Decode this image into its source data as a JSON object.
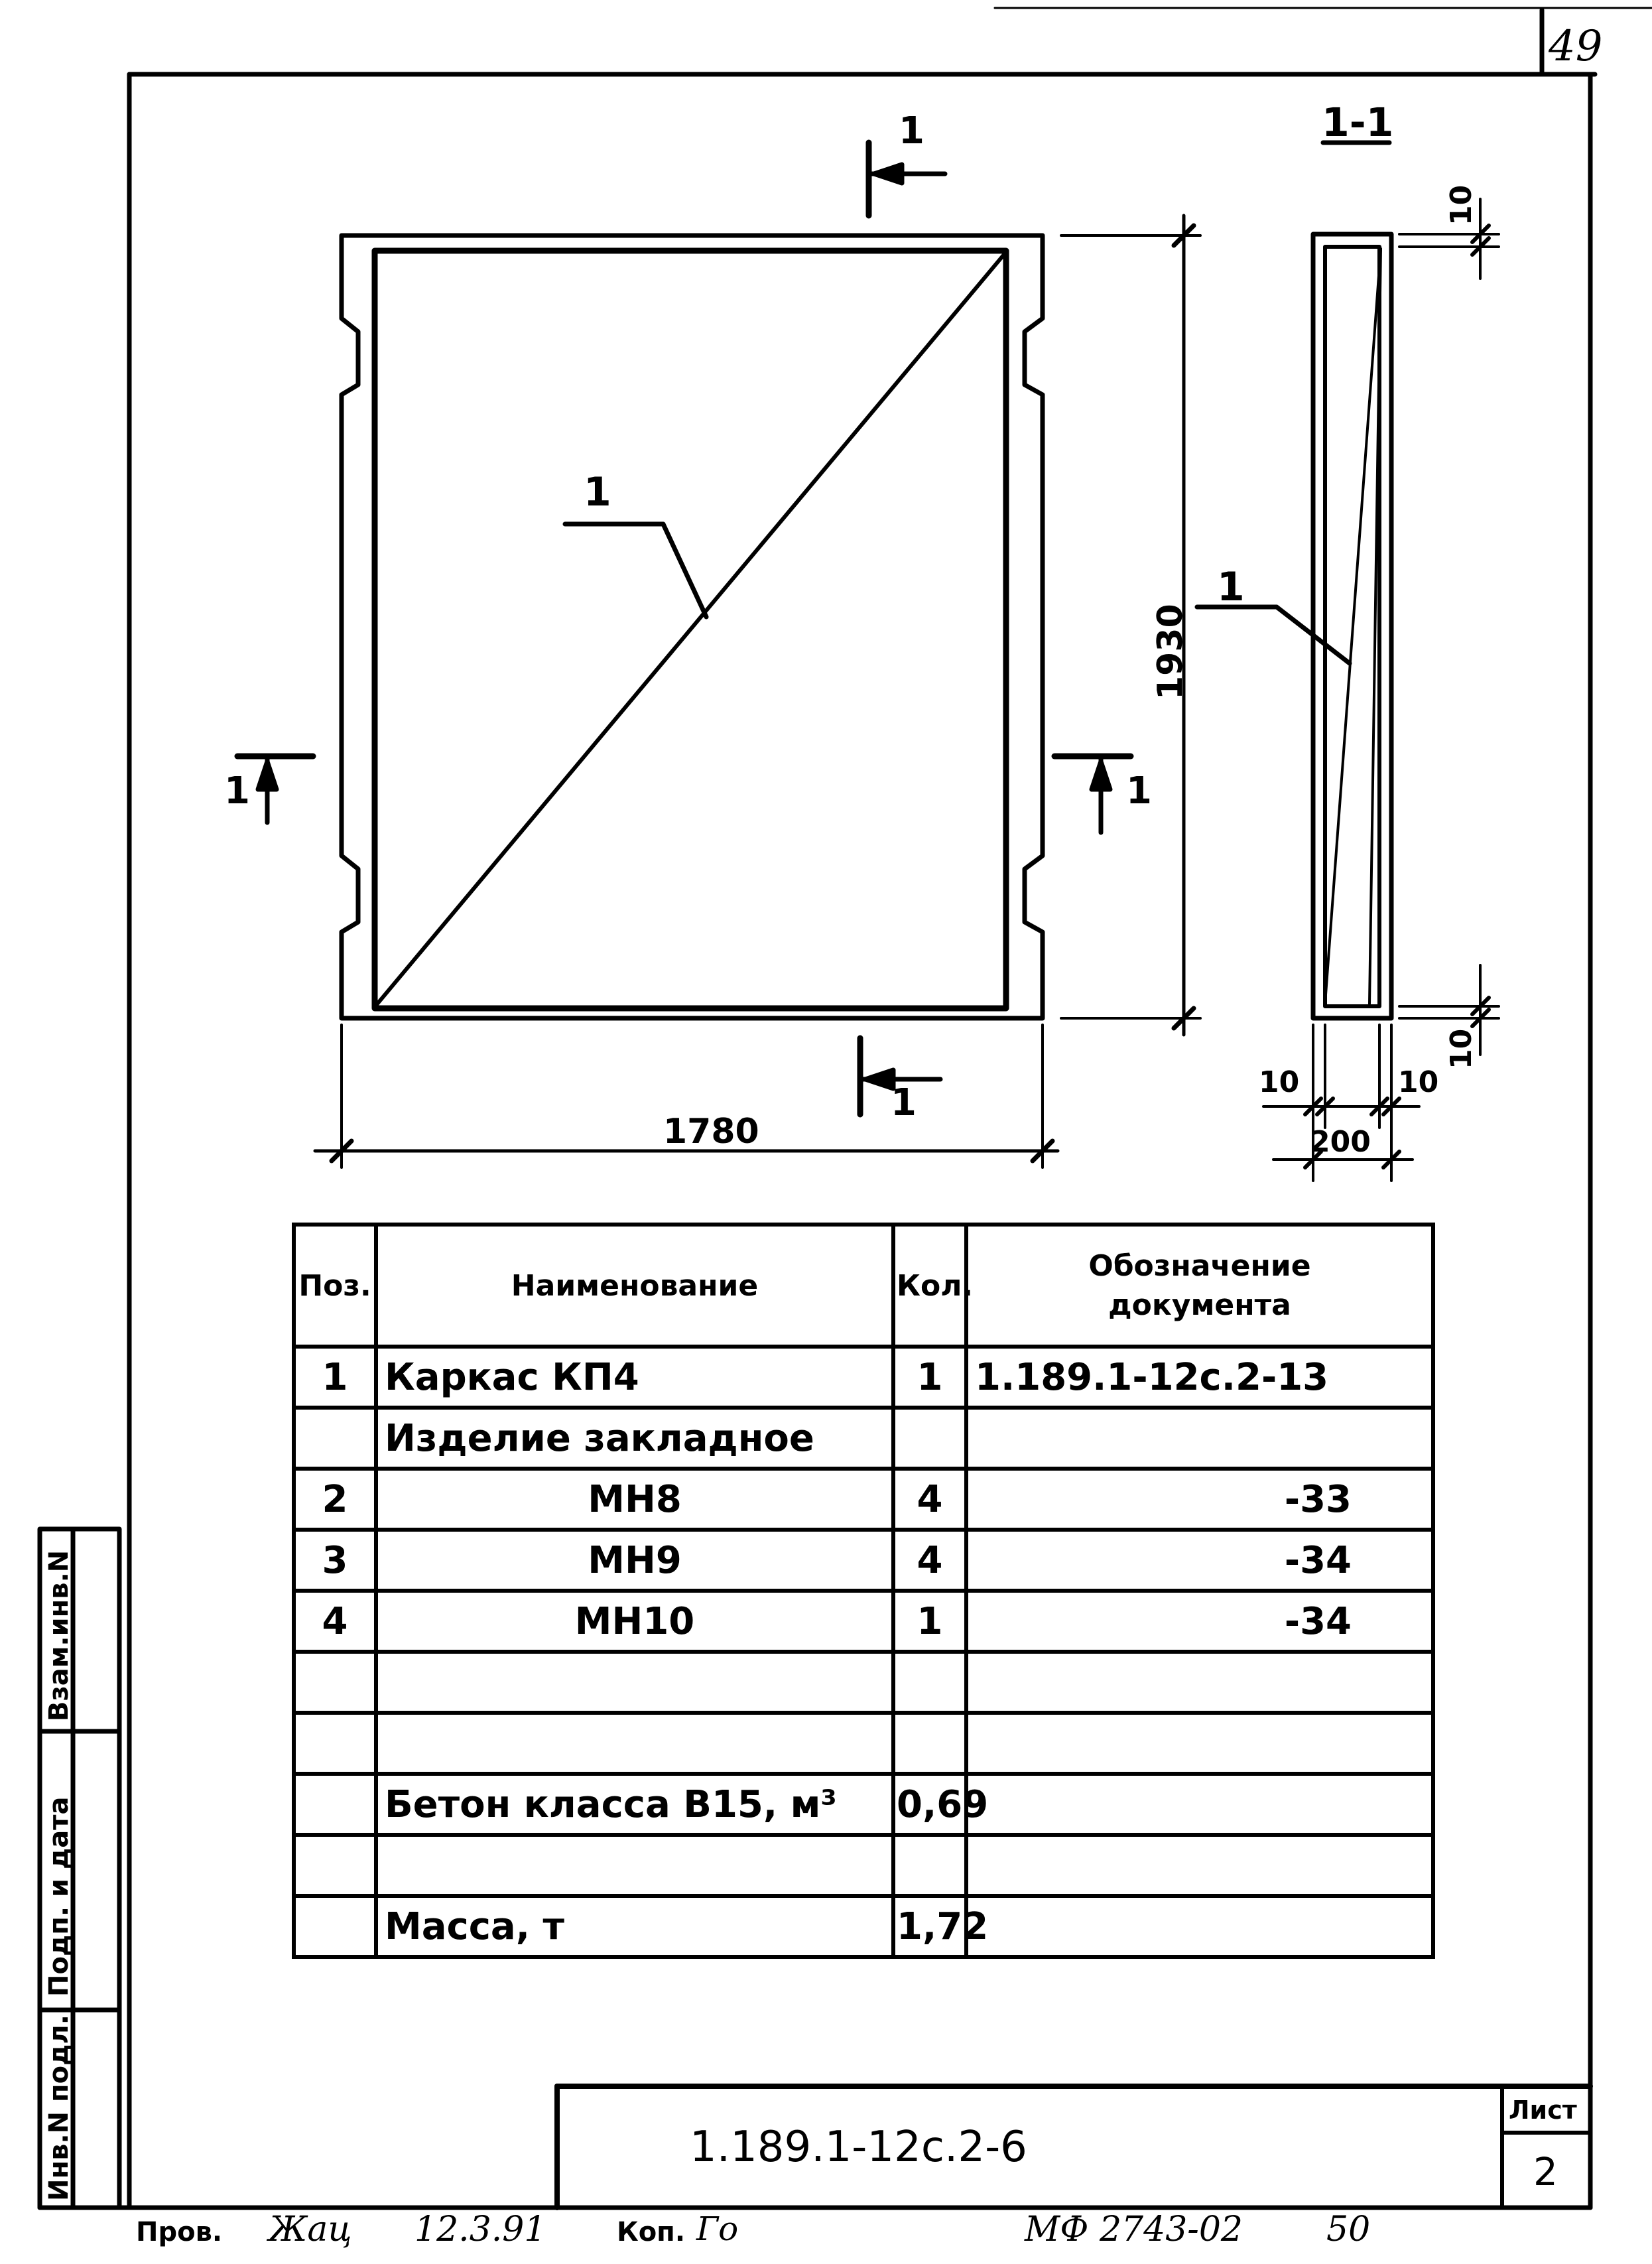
{
  "page_number": "49",
  "section_label": "1-1",
  "section_marks": [
    "1",
    "1",
    "1",
    "1"
  ],
  "leader_labels": {
    "front": "1",
    "section": "1"
  },
  "dimensions": {
    "width": "1780",
    "height": "1930",
    "section_width": "200",
    "section_offsets": [
      "10",
      "10"
    ],
    "section_vertical_offsets": [
      "10",
      "10"
    ]
  },
  "table": {
    "headers": {
      "pos": "Поз.",
      "name": "Наименование",
      "qty": "Кол.",
      "doc": [
        "Обозначение",
        "документа"
      ]
    },
    "rows": [
      {
        "pos": "1",
        "name": "Каркас КП4",
        "qty": "1",
        "doc": "1.189.1-12с.2-13"
      },
      {
        "pos": "",
        "name": "Изделие закладное",
        "qty": "",
        "doc": ""
      },
      {
        "pos": "2",
        "name": "МН8",
        "qty": "4",
        "doc": "-33"
      },
      {
        "pos": "3",
        "name": "МН9",
        "qty": "4",
        "doc": "-34"
      },
      {
        "pos": "4",
        "name": "МН10",
        "qty": "1",
        "doc": "-34"
      },
      {
        "pos": "",
        "name": "",
        "qty": "",
        "doc": ""
      },
      {
        "pos": "",
        "name": "",
        "qty": "",
        "doc": ""
      },
      {
        "pos": "",
        "name": "Бетон класса В15, м³",
        "qty": "0,69",
        "doc": ""
      },
      {
        "pos": "",
        "name": "",
        "qty": "",
        "doc": ""
      },
      {
        "pos": "",
        "name": "Масса, т",
        "qty": "1,72",
        "doc": ""
      }
    ]
  },
  "title_block": {
    "designation": "1.189.1-12с.2-6",
    "sheet_label": "Лист",
    "sheet_number": "2"
  },
  "side_stamp": {
    "labels": [
      "Инв.N подл.",
      "Подп. и дата",
      "Взам.инв.N"
    ]
  },
  "footer": {
    "checked_label": "Пров.",
    "signature": "Жац",
    "date": "12.3.91",
    "copy_label": "Коп.",
    "copy_sign": "Го",
    "archive_code": "МФ 2743-02",
    "archive_number": "50"
  }
}
